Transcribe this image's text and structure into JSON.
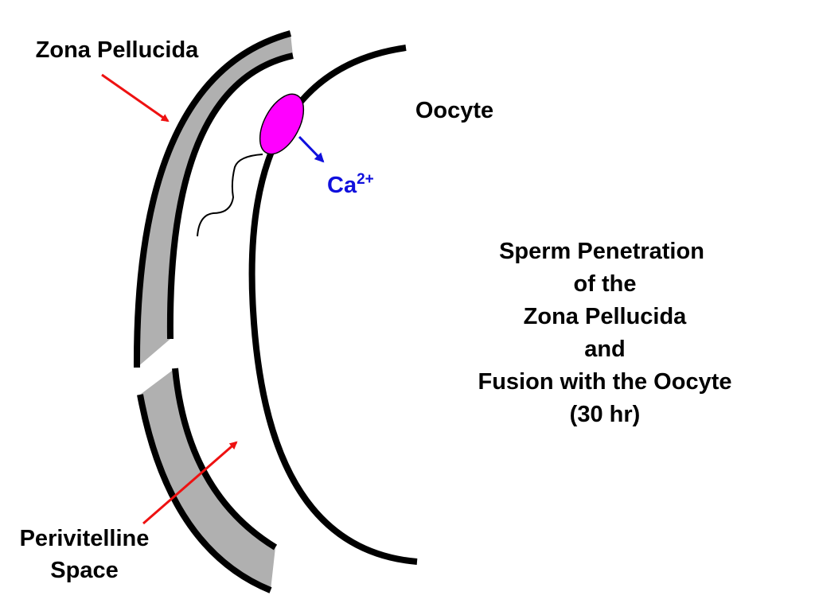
{
  "labels": {
    "zona_pellucida": "Zona Pellucida",
    "oocyte": "Oocyte",
    "calcium_base": "Ca",
    "calcium_charge": "2+",
    "perivitelline_line1": "Perivitelline",
    "perivitelline_line2": "Space"
  },
  "title_lines": [
    "Sperm Penetration",
    "of the",
    "Zona Pellucida",
    "and",
    "Fusion with the Oocyte",
    "(30 hr)"
  ],
  "colors": {
    "zona_fill": "#b0b0b0",
    "outline": "#000000",
    "sperm_head": "#ff00ff",
    "label_arrow": "#ee1111",
    "calcium": "#1010dd",
    "time_highlight": "#cc0000"
  }
}
